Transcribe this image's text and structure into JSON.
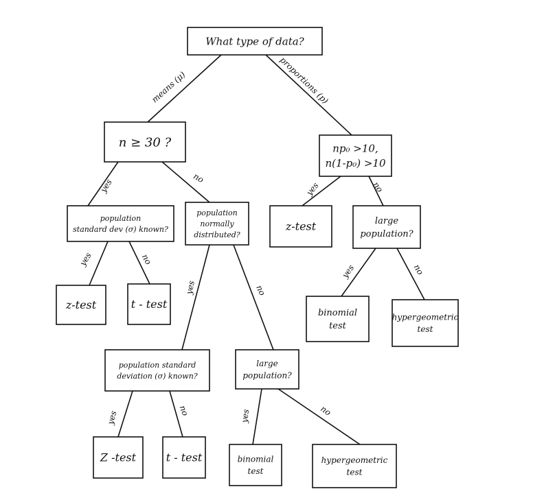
{
  "nodes": {
    "root": {
      "lines": [
        "What type of data?"
      ]
    },
    "n30": {
      "lines": [
        "n ≥ 30 ?"
      ]
    },
    "npcheck": {
      "lines": [
        "np₀ >10,",
        "n(1-p₀) >10"
      ]
    },
    "sdknown1": {
      "lines": [
        "population",
        "standard dev (σ) known?"
      ]
    },
    "normal": {
      "lines": [
        "population",
        "normally",
        "distributed?"
      ]
    },
    "ztest_p": {
      "lines": [
        "z-test"
      ]
    },
    "largepop1": {
      "lines": [
        "large",
        "population?"
      ]
    },
    "ztest1": {
      "lines": [
        "z-test"
      ]
    },
    "ttest1": {
      "lines": [
        "t - test"
      ]
    },
    "binom1": {
      "lines": [
        "binomial",
        "test"
      ]
    },
    "hyper1": {
      "lines": [
        "hypergeometric",
        "test"
      ]
    },
    "sdknown2": {
      "lines": [
        "population standard",
        "deviation (σ) known?"
      ]
    },
    "largepop2": {
      "lines": [
        "large",
        "population?"
      ]
    },
    "ztest2": {
      "lines": [
        "Z -test"
      ]
    },
    "ttest2": {
      "lines": [
        "t - test"
      ]
    },
    "binom2": {
      "lines": [
        "binomial",
        "test"
      ]
    },
    "hyper2": {
      "lines": [
        "hypergeometric",
        "test"
      ]
    }
  },
  "edges": {
    "means": "means (μ)",
    "proportions": "proportions (p)",
    "yes": "yes",
    "no": "no"
  }
}
